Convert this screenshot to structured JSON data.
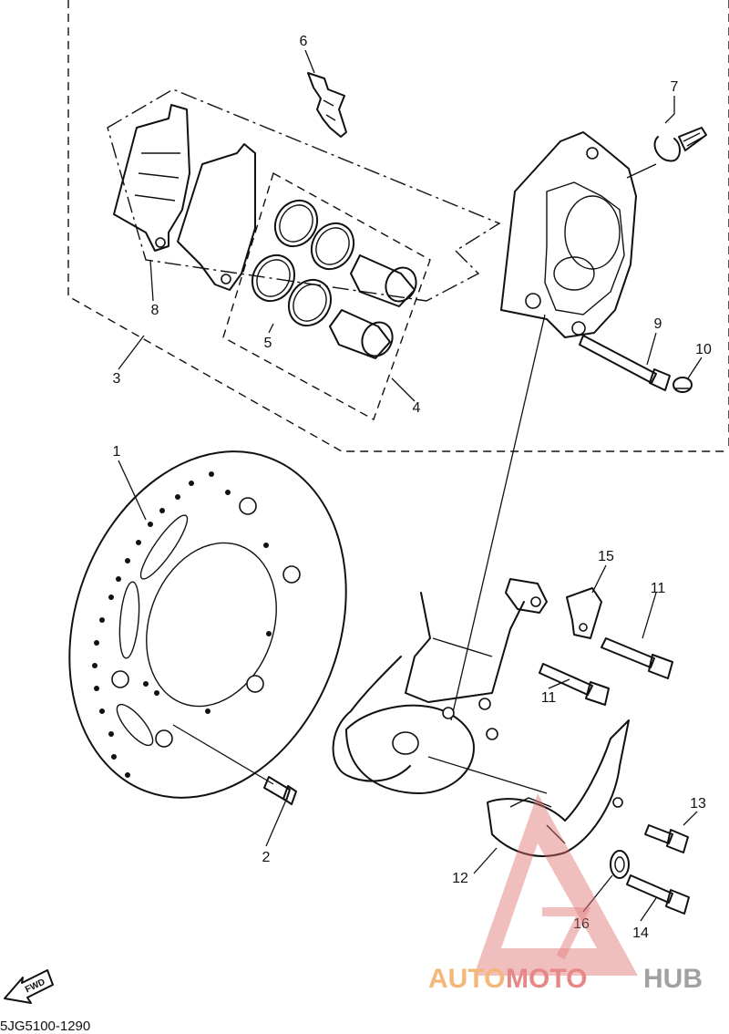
{
  "callouts": {
    "c1": "1",
    "c2": "2",
    "c3": "3",
    "c4": "4",
    "c5": "5",
    "c6": "6",
    "c7": "7",
    "c8": "8",
    "c9": "9",
    "c10": "10",
    "c11a": "11",
    "c11b": "11",
    "c12": "12",
    "c13": "13",
    "c14": "14",
    "c15": "15",
    "c16": "16"
  },
  "fwd_label": "FWD",
  "reference_code": "5JG5100-1290",
  "watermark": {
    "part1": "AUTO",
    "part2": "MOTO",
    "part3": "HUB"
  },
  "colors": {
    "line": "#111111",
    "watermark_orange": "#f2a65a",
    "watermark_red": "#e06b6b",
    "watermark_gray": "#8a8a8a"
  }
}
